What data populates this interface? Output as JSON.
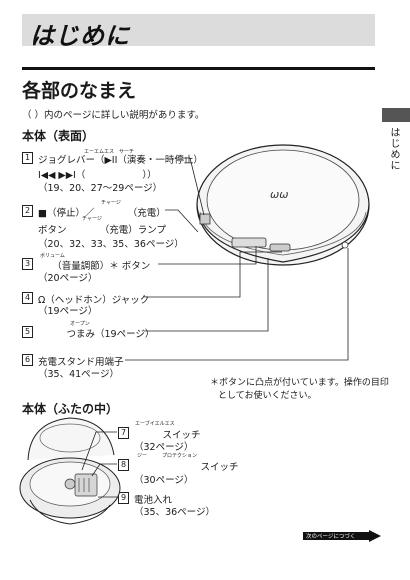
{
  "header": {
    "chapter_title": "はじめに"
  },
  "sidebar": {
    "tab_label": "はじめに"
  },
  "section": {
    "title": "各部のなまえ",
    "note": "（ ）内のページに詳しい説明があります。"
  },
  "front": {
    "title": "本体（表面）",
    "items": [
      {
        "num": "1",
        "line1": "ジョグレバー（▶II（演奏・一時停止）",
        "ruby1": "エーエムエス　サーチ",
        "line2": "I◀◀  ▶▶I（　　　　　　））",
        "line3": "（19、20、27〜29ページ）"
      },
      {
        "num": "2",
        "line1": "■（停止）／　　　　（充電）",
        "ruby1": "チャージ",
        "ruby2": "チャージ",
        "line2": "ボタン　　　　（充電）ランプ",
        "line3": "（20、32、33、35、36ページ）"
      },
      {
        "num": "3",
        "ruby1": "ボリューム",
        "line1": "　　（音量調節）＊ ボタン",
        "line2": "（20ページ）"
      },
      {
        "num": "4",
        "line1": "Ω（ヘッドホン）ジャック",
        "line2": "（19ページ）"
      },
      {
        "num": "5",
        "ruby1": "オープン",
        "line1": "　　　つまみ（19ページ）"
      },
      {
        "num": "6",
        "line1": "充電スタンド用端子",
        "line2": "（35、41ページ）"
      }
    ],
    "footnote_line1": "＊ボタンに凸点が付いています。操作の目印",
    "footnote_line2": "としてお使いください。"
  },
  "inner": {
    "title": "本体（ふたの中）",
    "items": [
      {
        "num": "7",
        "ruby1": "エーブイエルエス",
        "line1": "　　　スイッチ",
        "line2": "（32ページ）"
      },
      {
        "num": "8",
        "ruby1": "ジー　　　プロテクション",
        "line1": "　　　　　　　スイッチ",
        "line2": "（30ページ）"
      },
      {
        "num": "9",
        "line1": "電池入れ",
        "line2": "（35、36ページ）"
      }
    ]
  },
  "footer": {
    "next_page": "次のページにつづく"
  }
}
